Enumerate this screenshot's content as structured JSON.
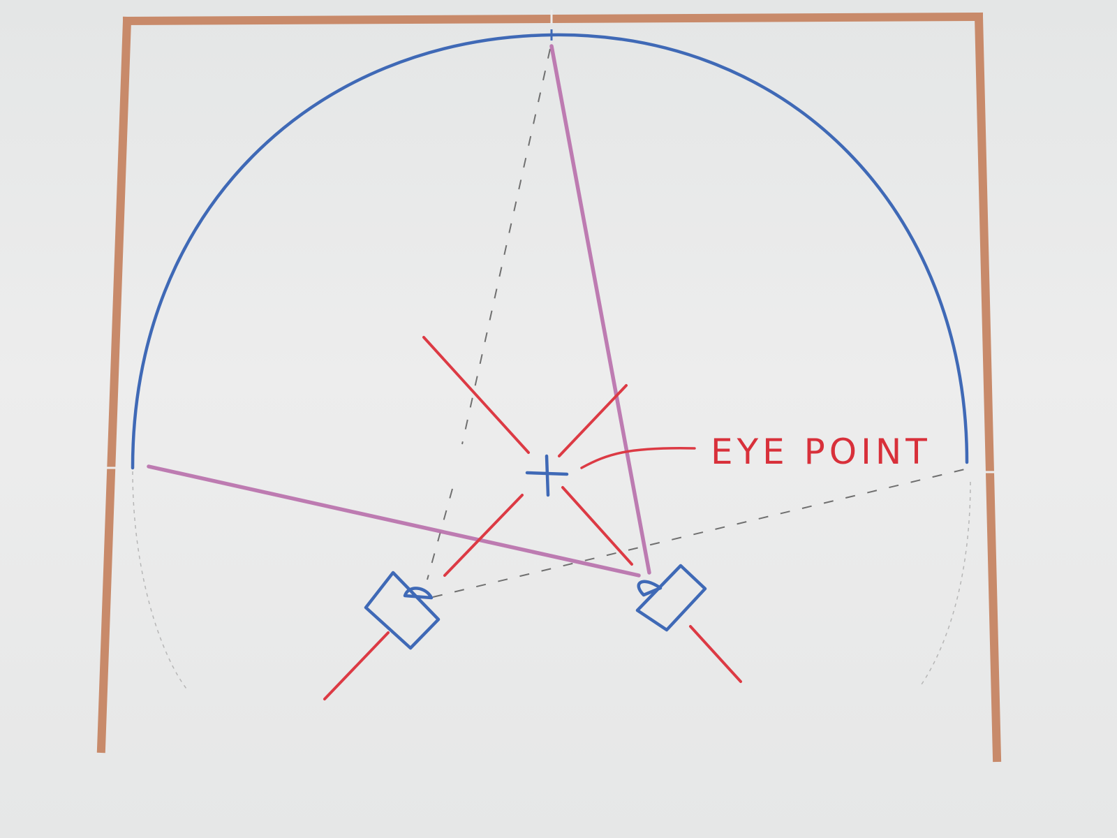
{
  "diagram": {
    "eye_point_label": "EYE POINT"
  },
  "colors": {
    "frame": "#c88a6a",
    "dome": "#3f69b6",
    "axes": "#dc3a44",
    "sightlines": "#b86fab",
    "pencil": "#7a7a7a",
    "paper": "#ececec"
  },
  "elements": {
    "eye_point_marker": "plus",
    "cameras": [
      "left-camera",
      "right-camera"
    ]
  }
}
